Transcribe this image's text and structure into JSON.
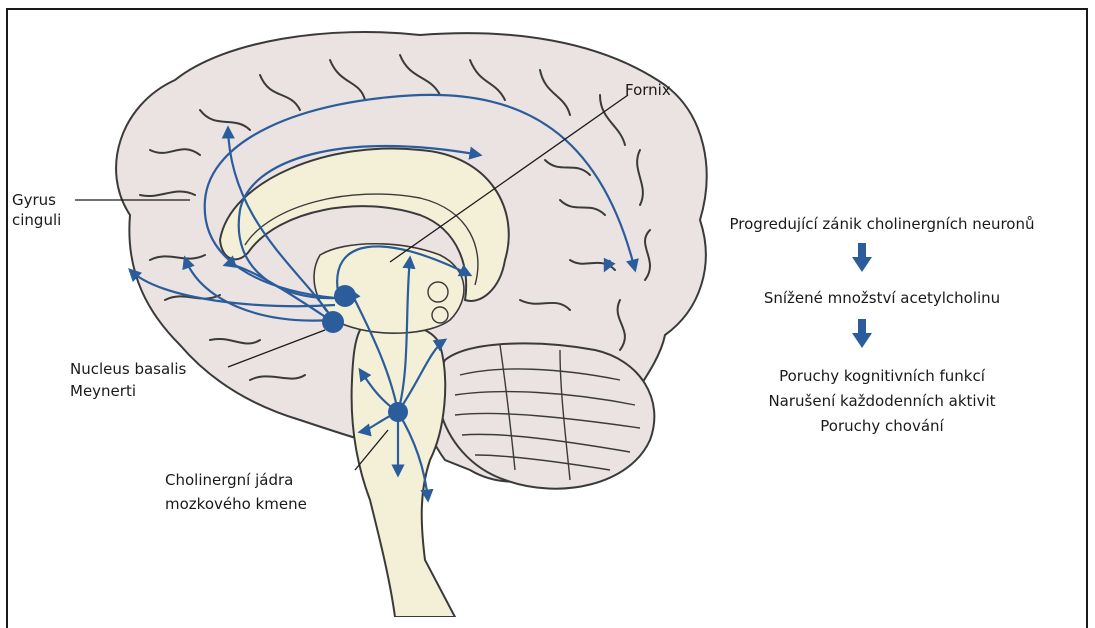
{
  "labels": {
    "fornix": "Fornix",
    "gyrus_cinguli": [
      "Gyrus",
      "cinguli"
    ],
    "nucleus_basalis": [
      "Nucleus basalis",
      "Meynerti"
    ],
    "cholinergni_jadra": [
      "Cholinergní jádra",
      "mozkového kmene"
    ]
  },
  "flow": {
    "step1": "Progredující zánik cholinergních neuronů",
    "step2": "Snížené množství acetylcholinu",
    "step3": [
      "Poruchy kognitivních funkcí",
      "Narušení každodenních aktivit",
      "Poruchy chování"
    ]
  },
  "colors": {
    "pathway": "#2b5d9c",
    "brain_fill": "#ebe2e2",
    "brainstem_fill": "#f4f0d8",
    "outline": "#3a3a3a",
    "arrow": "#2b5d9c"
  }
}
